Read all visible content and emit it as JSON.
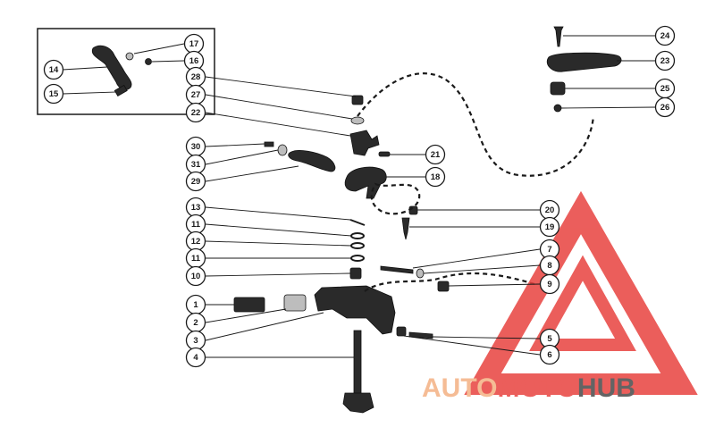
{
  "inset_callouts": [
    {
      "label": "17"
    },
    {
      "label": "16"
    },
    {
      "label": "14"
    },
    {
      "label": "15"
    }
  ],
  "callouts": [
    {
      "label": "24"
    },
    {
      "label": "23"
    },
    {
      "label": "25"
    },
    {
      "label": "26"
    },
    {
      "label": "28"
    },
    {
      "label": "27"
    },
    {
      "label": "22"
    },
    {
      "label": "21"
    },
    {
      "label": "30"
    },
    {
      "label": "31"
    },
    {
      "label": "29"
    },
    {
      "label": "18"
    },
    {
      "label": "13"
    },
    {
      "label": "11"
    },
    {
      "label": "12"
    },
    {
      "label": "11"
    },
    {
      "label": "10"
    },
    {
      "label": "20"
    },
    {
      "label": "19"
    },
    {
      "label": "7"
    },
    {
      "label": "8"
    },
    {
      "label": "9"
    },
    {
      "label": "1"
    },
    {
      "label": "2"
    },
    {
      "label": "3"
    },
    {
      "label": "4"
    },
    {
      "label": "5"
    },
    {
      "label": "6"
    }
  ],
  "watermark": {
    "part_auto": "AUTO",
    "part_moto": "MOTO",
    "part_hub": "HUB",
    "color_auto": "#f4b183",
    "color_moto": "#e8423f",
    "color_hub": "#4a4a4a",
    "triangle_color": "#e8423f"
  }
}
